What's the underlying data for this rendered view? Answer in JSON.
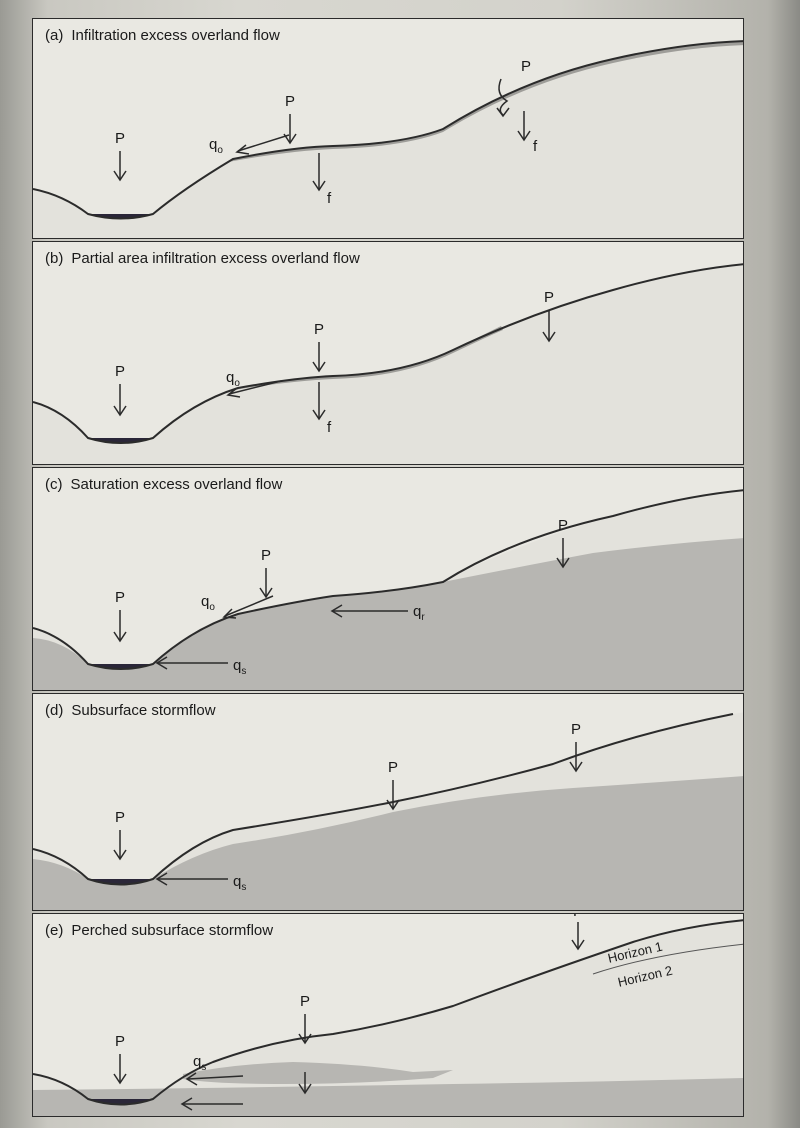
{
  "panels": [
    {
      "letter": "(a)",
      "title": "Infiltration excess overland flow"
    },
    {
      "letter": "(b)",
      "title": "Partial area infiltration excess overland flow"
    },
    {
      "letter": "(c)",
      "title": "Saturation excess overland flow"
    },
    {
      "letter": "(d)",
      "title": "Subsurface stormflow"
    },
    {
      "letter": "(e)",
      "title": "Perched subsurface stormflow"
    }
  ],
  "symbols": {
    "precip": "P",
    "infil": "f",
    "q": "q",
    "overland_sub": "o",
    "return_sub": "r",
    "subsurface_sub": "s"
  },
  "horizons": [
    "Horizon 1",
    "Horizon 2"
  ],
  "colors": {
    "panel_bg": "#e9e8e2",
    "line": "#2b2b2b",
    "channel_water": "#2a2638",
    "saturated_zone": "#b7b6b2",
    "overland_film": "#9e9d99"
  }
}
